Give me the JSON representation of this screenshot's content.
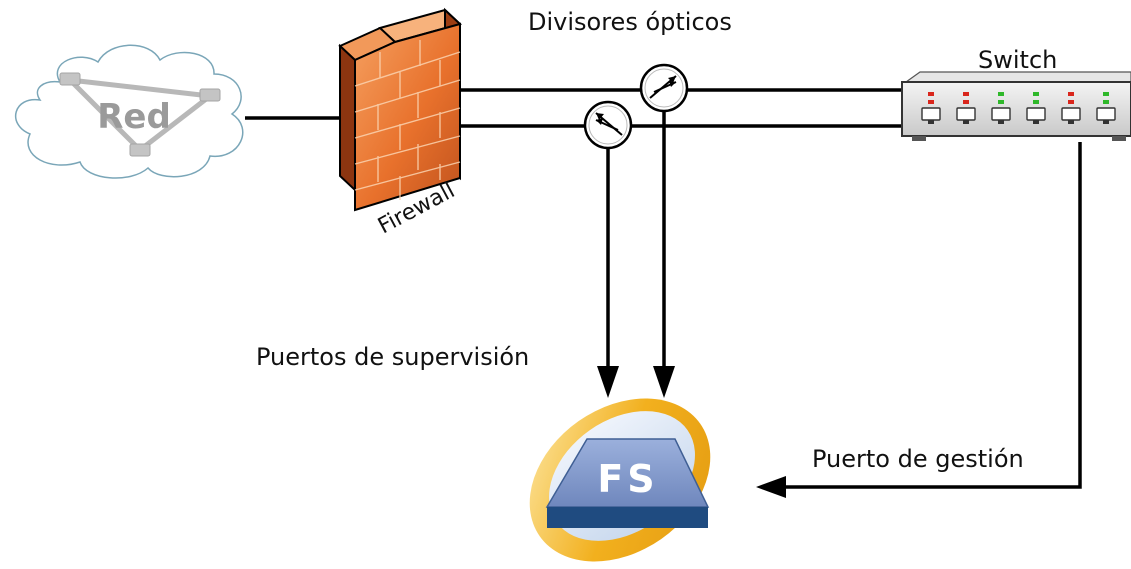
{
  "labels": {
    "network": "Red",
    "firewall": "Firewall",
    "splitters": "Divisores ópticos",
    "switch": "Switch",
    "monitor_ports": "Puertos de supervisión",
    "management_port": "Puerto de gestión",
    "appliance": "FS"
  },
  "icons": {
    "network": "network-cloud-icon",
    "firewall": "firewall-icon",
    "splitter": "optical-splitter-icon",
    "switch": "network-switch-icon",
    "appliance": "fs-appliance-icon"
  },
  "switch_port_leds": [
    "red",
    "red",
    "green",
    "green",
    "red",
    "green"
  ],
  "colors": {
    "firewall": "#e8712c",
    "firewall_dark": "#9c3d12",
    "appliance_ring": "#f2b01e",
    "appliance_body": "#7d95c9",
    "appliance_base": "#1f4b80",
    "led_red": "#d9261c",
    "led_green": "#2fb82a",
    "cloud_outline": "#7aa6b8"
  }
}
